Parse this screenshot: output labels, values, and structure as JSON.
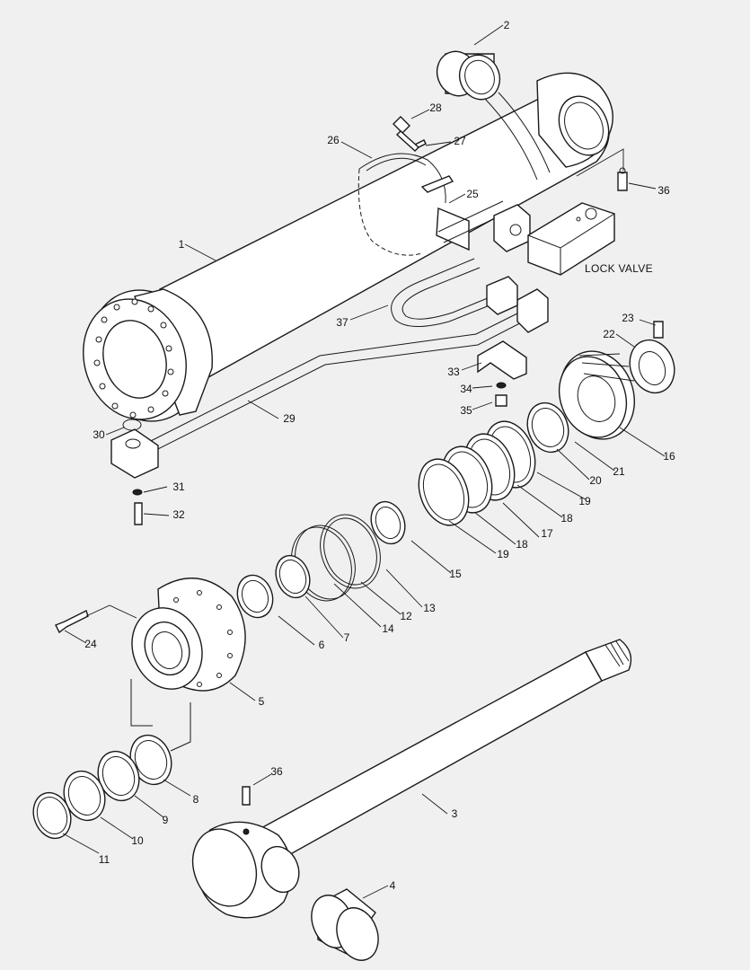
{
  "diagram": {
    "callouts": [
      "1",
      "2",
      "3",
      "4",
      "5",
      "6",
      "7",
      "8",
      "9",
      "10",
      "11",
      "12",
      "13",
      "14",
      "15",
      "16",
      "17",
      "18",
      "18",
      "19",
      "19",
      "20",
      "21",
      "22",
      "23",
      "24",
      "25",
      "26",
      "27",
      "28",
      "29",
      "30",
      "31",
      "32",
      "33",
      "34",
      "35",
      "36",
      "36",
      "37"
    ],
    "lock_valve_label": "LOCK VALVE"
  },
  "colors": {
    "background": "#f0f0f0",
    "line": "#1a1a1a",
    "fill": "#ffffff"
  }
}
